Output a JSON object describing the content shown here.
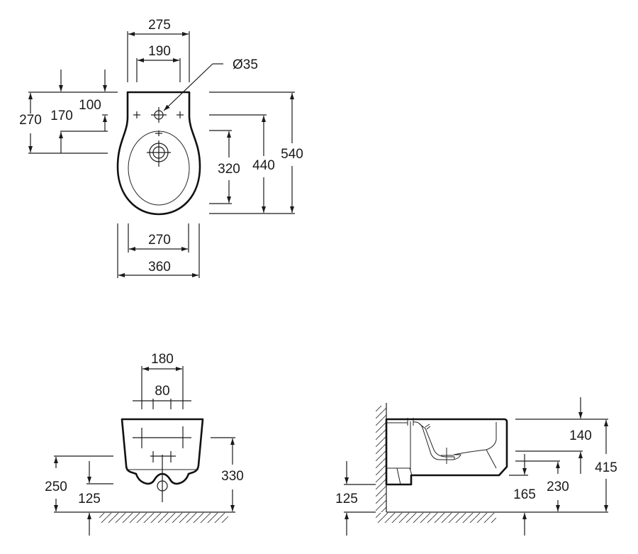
{
  "top_view": {
    "width_top": "275",
    "hole_spacing": "190",
    "hole_diameter": "Ø35",
    "left_270": "270",
    "left_170": "170",
    "left_100": "100",
    "right_320": "320",
    "right_440": "440",
    "right_540": "540",
    "bottom_270": "270",
    "bottom_360": "360"
  },
  "front_view": {
    "width_180": "180",
    "width_80": "80",
    "height_250": "250",
    "height_125": "125",
    "height_330": "330"
  },
  "side_view": {
    "height_140": "140",
    "height_415": "415",
    "height_165": "165",
    "height_230": "230",
    "height_125": "125"
  }
}
